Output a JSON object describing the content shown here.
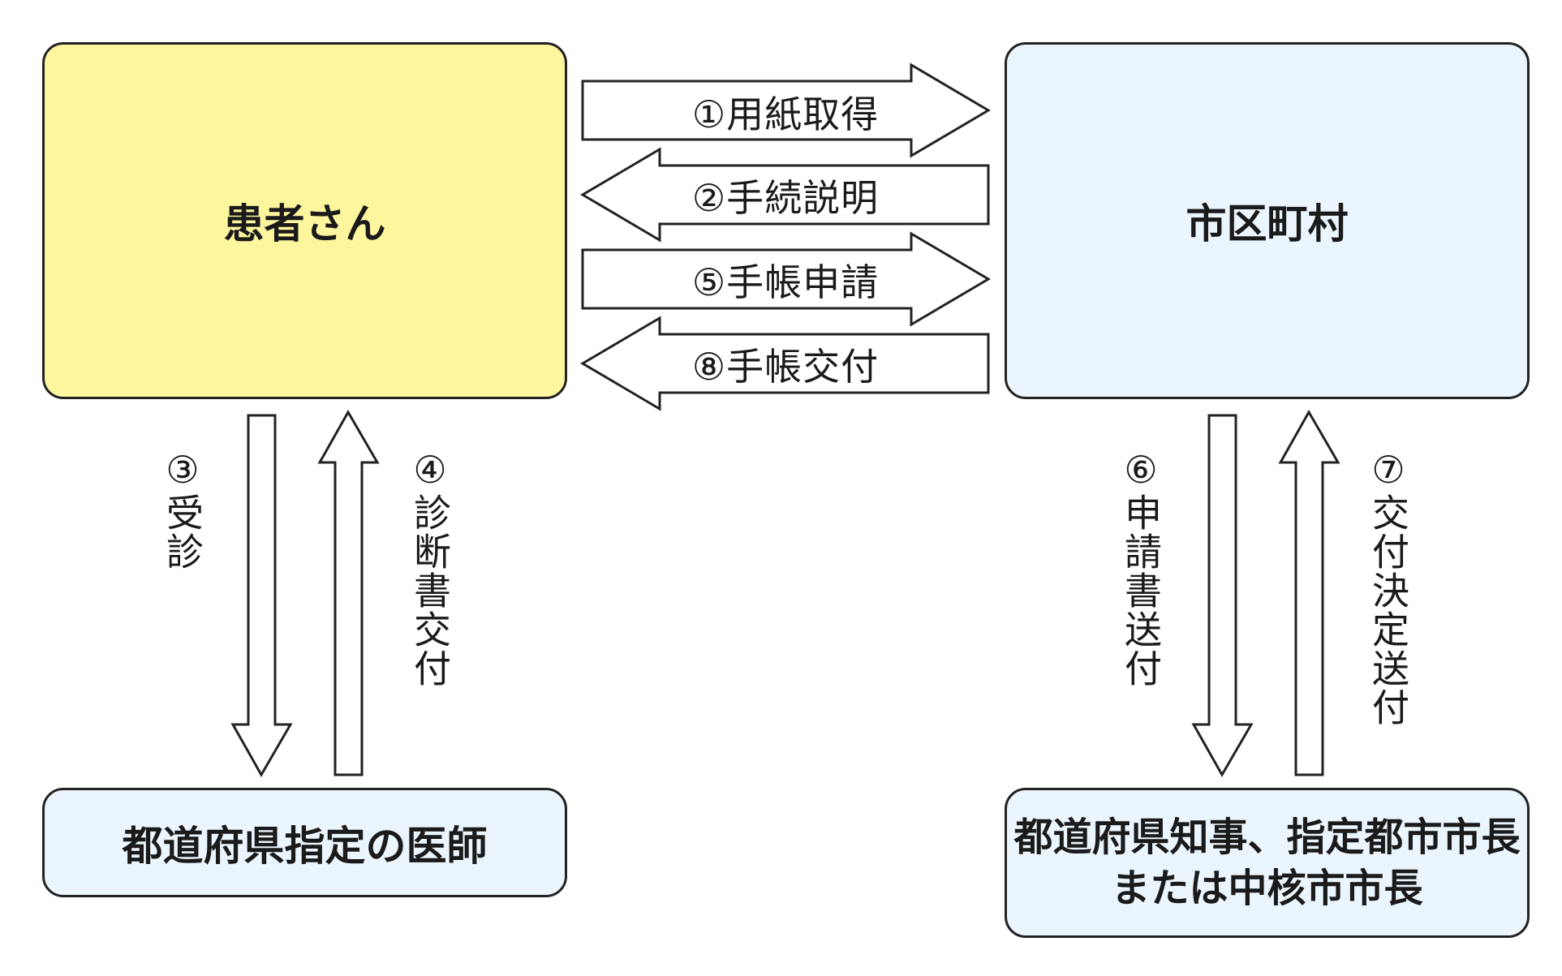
{
  "boxes": {
    "patient": "患者さん",
    "city": "市区町村",
    "doctor": "都道府県指定の医師",
    "government_line1": "都道府県知事、指定都市市長",
    "government_line2": "または中核市市長"
  },
  "steps": [
    {
      "label": "①用紙取得",
      "from": "patient",
      "to": "city"
    },
    {
      "label": "②手続説明",
      "from": "city",
      "to": "patient"
    },
    {
      "label": "③受診",
      "from": "patient",
      "to": "doctor"
    },
    {
      "label": "④診断書交付",
      "from": "doctor",
      "to": "patient"
    },
    {
      "label": "⑤手帳申請",
      "from": "patient",
      "to": "city"
    },
    {
      "label": "⑥申請書送付",
      "from": "city",
      "to": "government"
    },
    {
      "label": "⑦交付決定送付",
      "from": "government",
      "to": "city"
    },
    {
      "label": "⑧手帳交付",
      "from": "city",
      "to": "patient"
    }
  ],
  "colors": {
    "patient_fill": "#fdf69e",
    "light_fill": "#eaf5fd",
    "stroke": "#222222",
    "arrow_fill": "#ffffff"
  }
}
